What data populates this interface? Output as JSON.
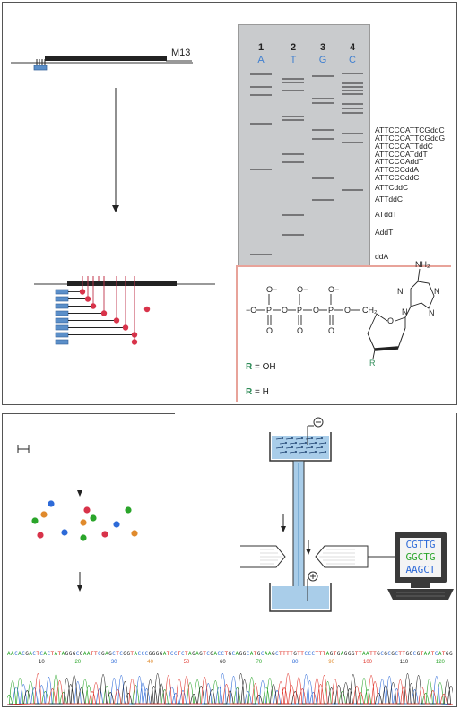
{
  "top": {
    "vector_label": "M13",
    "gel": {
      "lanes": [
        {
          "number": "1",
          "base": "A"
        },
        {
          "number": "2",
          "base": "T"
        },
        {
          "number": "3",
          "base": "G"
        },
        {
          "number": "4",
          "base": "C"
        }
      ],
      "fragment_labels": [
        "ATTCCCATTCGddC",
        "ATTCCCATTCGddG",
        "ATTCCCATTddC",
        "ATTCCCATddT",
        "ATTCCCAddT",
        "ATTCCCddA",
        "ATTCCCddC",
        "ATTCddC",
        "ATTddC",
        "ATddT",
        "AddT",
        "ddA"
      ]
    },
    "nucleotide": {
      "charges": [
        "O−",
        "O−",
        "O−",
        "−O"
      ],
      "oxygens": [
        "O",
        "O",
        "O",
        "O",
        "O"
      ],
      "phosphates": [
        "P",
        "P",
        "P"
      ],
      "ch2": "CH₂",
      "ring_o": "O",
      "n_atoms": [
        "N",
        "N",
        "N",
        "N"
      ],
      "nh2": "NH₂",
      "r_group": "R",
      "r_oh": {
        "r": "R",
        "rest": "= OH"
      },
      "r_h": {
        "r": "R",
        "rest": "= H"
      }
    }
  },
  "bottom": {
    "electrodes": {
      "negative": "⊖",
      "positive": "⊕"
    },
    "monitor_lines": [
      "CGTTG",
      "GGCTG",
      "AAGCT"
    ],
    "sequence": "AACACGACTCACTATAGGGCGAATTCGAGCTCGGTACCCGGGGATCCTCTAGAGTCGACCTGCAGGCATGCAAGCTTTTGTTCCCTTTAGTGAGGGTTAATTGCGCGCTTGGCGTAATCATGG",
    "ticks": [
      "10",
      "20",
      "30",
      "40",
      "50",
      "60",
      "70",
      "80",
      "90",
      "100",
      "110",
      "120"
    ],
    "colors": {
      "A": "#2aa52a",
      "C": "#2d6ad8",
      "G": "#222222",
      "T": "#e0342b"
    }
  }
}
